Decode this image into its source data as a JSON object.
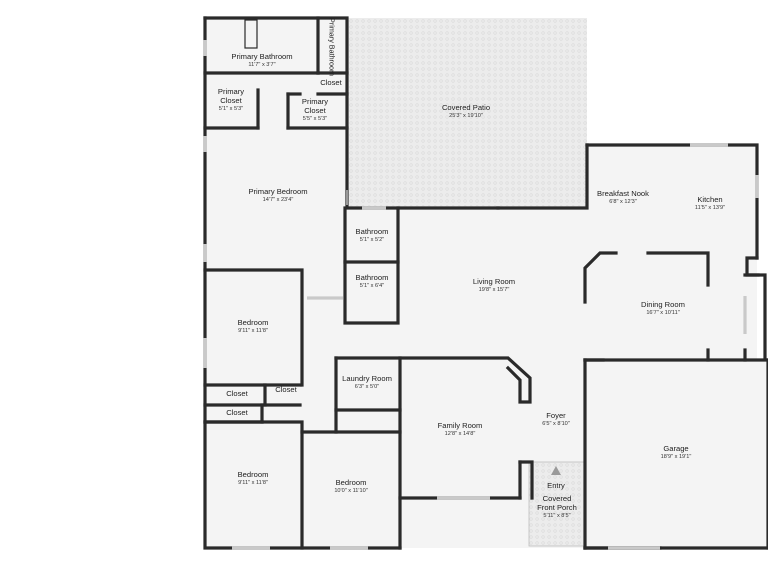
{
  "rooms": {
    "primary_bathroom": {
      "name": "Primary Bathroom",
      "size": "11'7\" x 3'7\""
    },
    "primary_bathroom_wc": {
      "name": "Primary Bathroom"
    },
    "closet_top": {
      "name": "Closet"
    },
    "primary_closet_1": {
      "name": "Primary Closet",
      "size": "5'1\" x 5'3\""
    },
    "primary_closet_2": {
      "name": "Primary Closet",
      "size": "5'5\" x 5'3\""
    },
    "covered_patio": {
      "name": "Covered Patio",
      "size": "25'3\" x 19'10\""
    },
    "primary_bedroom": {
      "name": "Primary Bedroom",
      "size": "14'7\" x 23'4\""
    },
    "breakfast_nook": {
      "name": "Breakfast Nook",
      "size": "6'8\" x 12'3\""
    },
    "kitchen": {
      "name": "Kitchen",
      "size": "11'5\" x 13'9\""
    },
    "bathroom_1": {
      "name": "Bathroom",
      "size": "5'1\" x 5'2\""
    },
    "bathroom_2": {
      "name": "Bathroom",
      "size": "5'1\" x 6'4\""
    },
    "living_room": {
      "name": "Living Room",
      "size": "19'8\" x 15'7\""
    },
    "dining_room": {
      "name": "Dining Room",
      "size": "16'7\" x 10'11\""
    },
    "bedroom_1": {
      "name": "Bedroom",
      "size": "9'11\" x 11'8\""
    },
    "closet_1": {
      "name": "Closet"
    },
    "closet_2": {
      "name": "Closet"
    },
    "closet_3": {
      "name": "Closet"
    },
    "laundry_room": {
      "name": "Laundry Room",
      "size": "6'3\" x 5'0\""
    },
    "family_room": {
      "name": "Family Room",
      "size": "12'8\" x 14'8\""
    },
    "foyer": {
      "name": "Foyer",
      "size": "6'5\" x 8'10\""
    },
    "garage": {
      "name": "Garage",
      "size": "18'9\" x 19'1\""
    },
    "bedroom_2": {
      "name": "Bedroom",
      "size": "9'11\" x 11'8\""
    },
    "bedroom_3": {
      "name": "Bedroom",
      "size": "10'0\" x 11'10\""
    },
    "entry": {
      "name": "Entry"
    },
    "covered_front_porch": {
      "name": "Covered Front Porch",
      "size": "5'11\" x 8'5\""
    }
  },
  "colors": {
    "wall": "#2a2a2a",
    "floor": "#f4f4f4",
    "patio": "#ececec",
    "window": "#c9c9c9"
  }
}
